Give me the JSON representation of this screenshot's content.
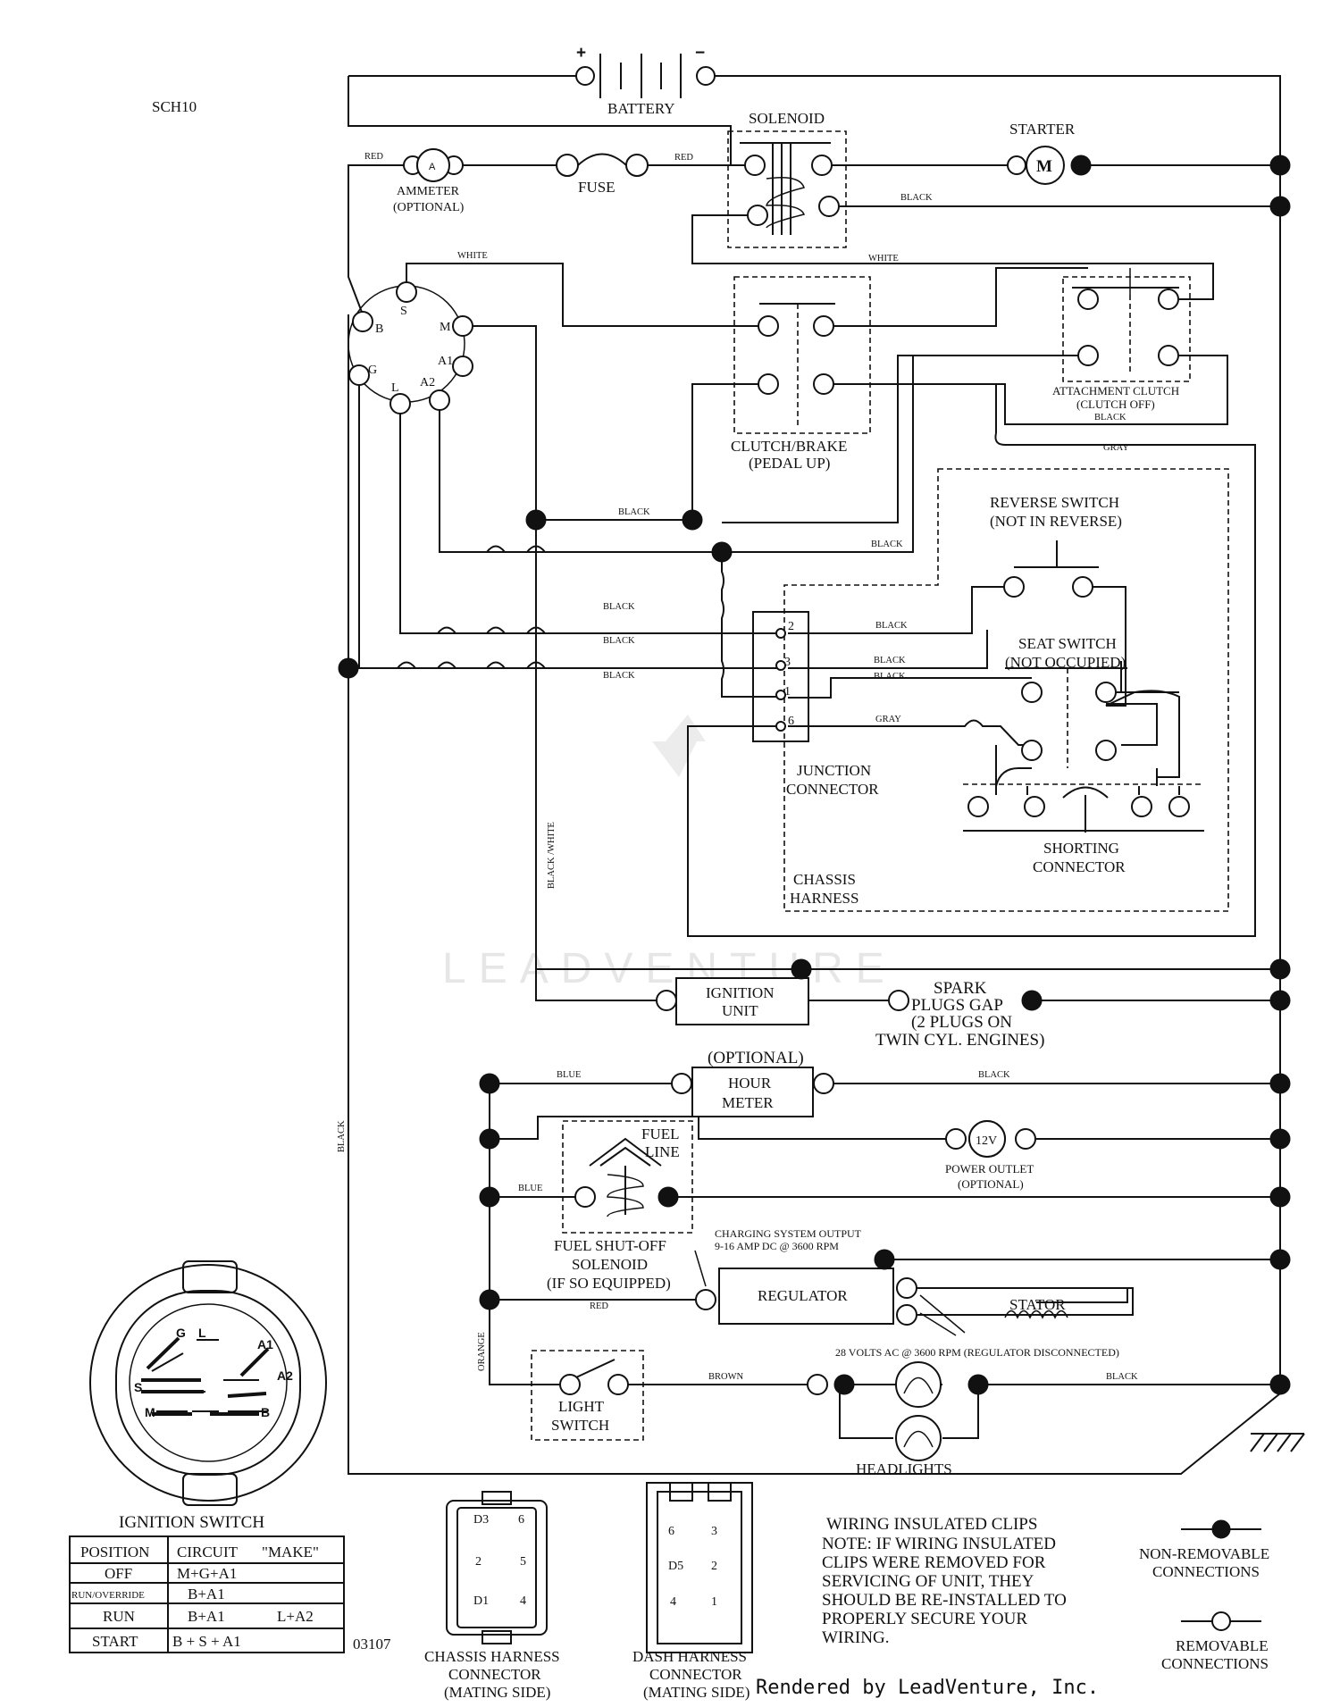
{
  "diagram": {
    "code": "SCH10",
    "drawing_no": "03107",
    "watermark": "LEADVENTURE",
    "credit": "Rendered by LeadVenture, Inc."
  },
  "components": {
    "battery": "BATTERY",
    "battery_pos": "+",
    "battery_neg": "−",
    "solenoid": "SOLENOID",
    "starter": "STARTER",
    "starter_symbol": "M",
    "ammeter": "AMMETER",
    "ammeter_note": "(OPTIONAL)",
    "ammeter_symbol": "A",
    "fuse": "FUSE",
    "clutch_brake": "CLUTCH/BRAKE",
    "clutch_brake_note": "(PEDAL UP)",
    "attachment_clutch": "ATTACHMENT CLUTCH",
    "attachment_clutch_note": "(CLUTCH OFF)",
    "reverse_switch": "REVERSE SWITCH",
    "reverse_switch_note": "(NOT IN REVERSE)",
    "seat_switch": "SEAT SWITCH",
    "seat_switch_note": "(NOT OCCUPIED)",
    "junction_connector_1": "JUNCTION",
    "junction_connector_2": "CONNECTOR",
    "shorting_connector_1": "SHORTING",
    "shorting_connector_2": "CONNECTOR",
    "chassis_harness_1": "CHASSIS",
    "chassis_harness_2": "HARNESS",
    "ignition_unit_1": "IGNITION",
    "ignition_unit_2": "UNIT",
    "spark_plugs_1": "SPARK",
    "spark_plugs_2": "PLUGS GAP",
    "spark_plugs_3": "(2 PLUGS ON",
    "spark_plugs_4": "TWIN CYL. ENGINES)",
    "hour_meter_optional": "(OPTIONAL)",
    "hour_meter_1": "HOUR",
    "hour_meter_2": "METER",
    "fuel_line_1": "FUEL",
    "fuel_line_2": "LINE",
    "power_outlet_symbol": "12V",
    "power_outlet": "POWER OUTLET",
    "power_outlet_note": "(OPTIONAL)",
    "fuel_solenoid_1": "FUEL SHUT-OFF",
    "fuel_solenoid_2": "SOLENOID",
    "fuel_solenoid_3": "(IF SO EQUIPPED)",
    "charging_output_1": "CHARGING SYSTEM OUTPUT",
    "charging_output_2": "9-16 AMP DC @ 3600 RPM",
    "regulator": "REGULATOR",
    "stator": "STATOR",
    "stator_note": "28 VOLTS AC @ 3600 RPM (REGULATOR DISCONNECTED)",
    "light_switch_1": "LIGHT",
    "light_switch_2": "SWITCH",
    "headlights": "HEADLIGHTS"
  },
  "ignition_pins": [
    "B",
    "S",
    "M",
    "A1",
    "G",
    "L",
    "A2"
  ],
  "junction_pins": [
    "2",
    "3",
    "1",
    "6"
  ],
  "wire_labels": {
    "red_1": "RED",
    "red_2": "RED",
    "red_3": "RED",
    "black_starter": "BLACK",
    "white_1": "WHITE",
    "white_2": "WHITE",
    "black_ac": "BLACK",
    "gray_1": "GRAY",
    "black_cb": "BLACK",
    "black_2": "BLACK",
    "black_3": "BLACK",
    "black_4": "BLACK",
    "black_5": "BLACK",
    "black_j2": "BLACK",
    "black_j3": "BLACK",
    "black_j1": "BLACK",
    "gray_j6": "GRAY",
    "black_white": "BLACK /WHITE",
    "black_left": "BLACK",
    "blue_1": "BLUE",
    "black_hm": "BLACK",
    "blue_2": "BLUE",
    "orange": "ORANGE",
    "brown": "BROWN",
    "black_hl": "BLACK"
  },
  "ignition_switch": {
    "title": "IGNITION SWITCH",
    "face_labels": [
      "G",
      "L",
      "A1",
      "S",
      "A2",
      "M",
      "B"
    ],
    "headers": [
      "POSITION",
      "CIRCUIT",
      "\"MAKE\""
    ],
    "rows": [
      {
        "position": "OFF",
        "circuit": "M+G+A1",
        "extra": ""
      },
      {
        "position": "RUN/OVERRIDE",
        "circuit": "B+A1",
        "extra": ""
      },
      {
        "position": "RUN",
        "circuit": "B+A1",
        "extra": "L+A2"
      },
      {
        "position": "START",
        "circuit": "B + S + A1",
        "extra": ""
      }
    ]
  },
  "chassis_connector": {
    "pins": [
      "D3",
      "6",
      "2",
      "5",
      "D1",
      "4"
    ],
    "label_1": "CHASSIS HARNESS",
    "label_2": "CONNECTOR",
    "label_3": "(MATING SIDE)"
  },
  "dash_connector": {
    "pins": [
      "6",
      "3",
      "D5",
      "2",
      "4",
      "1"
    ],
    "label_1": "DASH HARNESS",
    "label_2": "CONNECTOR",
    "label_3": "(MATING SIDE)"
  },
  "notes": {
    "clips_title": "WIRING INSULATED CLIPS",
    "lines": [
      "NOTE:  IF WIRING INSULATED",
      "CLIPS WERE REMOVED FOR",
      "SERVICING OF UNIT, THEY",
      "SHOULD BE RE-INSTALLED TO",
      "PROPERLY SECURE YOUR",
      " WIRING."
    ]
  },
  "legend": {
    "non_removable_1": "NON-REMOVABLE",
    "non_removable_2": "CONNECTIONS",
    "removable_1": "REMOVABLE",
    "removable_2": "CONNECTIONS"
  }
}
